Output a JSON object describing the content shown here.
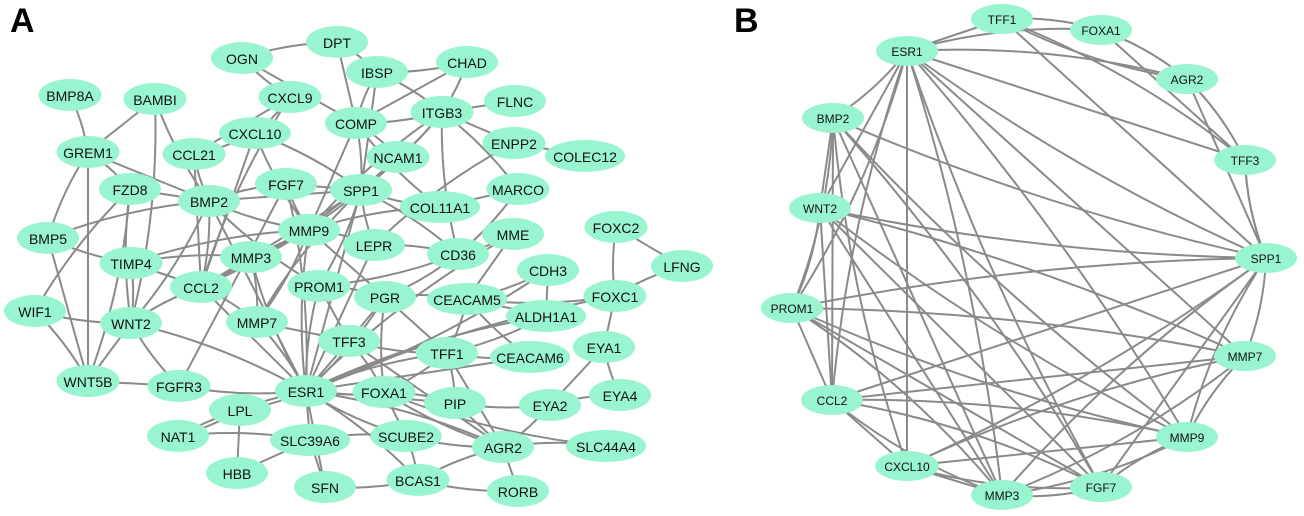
{
  "panels": [
    {
      "label": "A",
      "nodes": [
        {
          "id": "OGN"
        },
        {
          "id": "DPT"
        },
        {
          "id": "IBSP"
        },
        {
          "id": "CHAD"
        },
        {
          "id": "BMP8A"
        },
        {
          "id": "BAMBI"
        },
        {
          "id": "CXCL9"
        },
        {
          "id": "FLNC"
        },
        {
          "id": "COMP"
        },
        {
          "id": "ITGB3"
        },
        {
          "id": "CXCL10"
        },
        {
          "id": "GREM1"
        },
        {
          "id": "CCL21"
        },
        {
          "id": "NCAM1"
        },
        {
          "id": "ENPP2"
        },
        {
          "id": "COLEC12"
        },
        {
          "id": "FZD8"
        },
        {
          "id": "FGF7"
        },
        {
          "id": "SPP1"
        },
        {
          "id": "MARCO"
        },
        {
          "id": "BMP2"
        },
        {
          "id": "COL11A1"
        },
        {
          "id": "FOXC2"
        },
        {
          "id": "BMP5"
        },
        {
          "id": "MMP9"
        },
        {
          "id": "MME"
        },
        {
          "id": "LEPR"
        },
        {
          "id": "TIMP4"
        },
        {
          "id": "MMP3"
        },
        {
          "id": "CD36"
        },
        {
          "id": "LFNG"
        },
        {
          "id": "CDH3"
        },
        {
          "id": "CCL2"
        },
        {
          "id": "PROM1"
        },
        {
          "id": "PGR"
        },
        {
          "id": "CEACAM5"
        },
        {
          "id": "FOXC1"
        },
        {
          "id": "WIF1"
        },
        {
          "id": "WNT2"
        },
        {
          "id": "MMP7"
        },
        {
          "id": "ALDH1A1"
        },
        {
          "id": "TFF3"
        },
        {
          "id": "EYA1"
        },
        {
          "id": "TFF1"
        },
        {
          "id": "CEACAM6"
        },
        {
          "id": "WNT5B"
        },
        {
          "id": "FGFR3"
        },
        {
          "id": "ESR1"
        },
        {
          "id": "FOXA1"
        },
        {
          "id": "EYA4"
        },
        {
          "id": "LPL"
        },
        {
          "id": "PIP"
        },
        {
          "id": "EYA2"
        },
        {
          "id": "NAT1"
        },
        {
          "id": "SLC39A6"
        },
        {
          "id": "SCUBE2"
        },
        {
          "id": "AGR2"
        },
        {
          "id": "SLC44A4"
        },
        {
          "id": "HBB"
        },
        {
          "id": "SFN"
        },
        {
          "id": "BCAS1"
        },
        {
          "id": "RORB"
        }
      ],
      "edges": [
        [
          "OGN",
          "DPT"
        ],
        [
          "OGN",
          "COMP"
        ],
        [
          "OGN",
          "CXCL9"
        ],
        [
          "DPT",
          "IBSP"
        ],
        [
          "DPT",
          "COMP"
        ],
        [
          "IBSP",
          "COMP"
        ],
        [
          "IBSP",
          "ITGB3"
        ],
        [
          "IBSP",
          "SPP1"
        ],
        [
          "IBSP",
          "CHAD"
        ],
        [
          "CHAD",
          "ITGB3"
        ],
        [
          "CHAD",
          "COMP"
        ],
        [
          "COMP",
          "ITGB3"
        ],
        [
          "COMP",
          "SPP1"
        ],
        [
          "COMP",
          "MMP9"
        ],
        [
          "COMP",
          "COL11A1"
        ],
        [
          "ITGB3",
          "SPP1"
        ],
        [
          "ITGB3",
          "FLNC"
        ],
        [
          "ITGB3",
          "MMP9"
        ],
        [
          "ITGB3",
          "NCAM1"
        ],
        [
          "ITGB3",
          "ENPP2"
        ],
        [
          "ITGB3",
          "CD36"
        ],
        [
          "ITGB3",
          "MARCO"
        ],
        [
          "NCAM1",
          "SPP1"
        ],
        [
          "NCAM1",
          "COMP"
        ],
        [
          "CXCL9",
          "CXCL10"
        ],
        [
          "CXCL9",
          "CCL21"
        ],
        [
          "CXCL9",
          "CCL2"
        ],
        [
          "CXCL10",
          "CCL21"
        ],
        [
          "CXCL10",
          "CCL2"
        ],
        [
          "CXCL10",
          "MMP9"
        ],
        [
          "CXCL10",
          "SPP1"
        ],
        [
          "CCL21",
          "CCL2"
        ],
        [
          "CCL21",
          "BMP2"
        ],
        [
          "BMP8A",
          "GREM1"
        ],
        [
          "BAMBI",
          "GREM1"
        ],
        [
          "BAMBI",
          "BMP2"
        ],
        [
          "BAMBI",
          "WNT2"
        ],
        [
          "GREM1",
          "BMP2"
        ],
        [
          "GREM1",
          "BMP5"
        ],
        [
          "GREM1",
          "FZD8"
        ],
        [
          "GREM1",
          "WNT5B"
        ],
        [
          "FZD8",
          "WNT2"
        ],
        [
          "FZD8",
          "WNT5B"
        ],
        [
          "FZD8",
          "BMP2"
        ],
        [
          "FZD8",
          "WIF1"
        ],
        [
          "BMP5",
          "BMP2"
        ],
        [
          "BMP5",
          "WNT5B"
        ],
        [
          "BMP5",
          "TIMP4"
        ],
        [
          "BMP2",
          "FGF7"
        ],
        [
          "BMP2",
          "SPP1"
        ],
        [
          "BMP2",
          "MMP9"
        ],
        [
          "BMP2",
          "WNT2"
        ],
        [
          "BMP2",
          "ESR1"
        ],
        [
          "BMP2",
          "PROM1"
        ],
        [
          "BMP2",
          "CCL2"
        ],
        [
          "FGF7",
          "SPP1"
        ],
        [
          "FGF7",
          "MMP9"
        ],
        [
          "FGF7",
          "ESR1"
        ],
        [
          "FGF7",
          "FGFR3"
        ],
        [
          "SPP1",
          "MMP9"
        ],
        [
          "SPP1",
          "CD36"
        ],
        [
          "SPP1",
          "MMP3"
        ],
        [
          "SPP1",
          "MMP7"
        ],
        [
          "SPP1",
          "CCL2"
        ],
        [
          "SPP1",
          "ESR1"
        ],
        [
          "SPP1",
          "LEPR"
        ],
        [
          "SPP1",
          "PROM1"
        ],
        [
          "MMP9",
          "MMP3"
        ],
        [
          "MMP9",
          "TIMP4"
        ],
        [
          "MMP9",
          "MMP7"
        ],
        [
          "MMP9",
          "CCL2"
        ],
        [
          "MMP9",
          "ESR1"
        ],
        [
          "MMP9",
          "LEPR"
        ],
        [
          "MMP9",
          "PGR"
        ],
        [
          "MMP3",
          "TIMP4"
        ],
        [
          "MMP3",
          "MMP7"
        ],
        [
          "MMP3",
          "CCL2"
        ],
        [
          "MMP3",
          "ESR1"
        ],
        [
          "TIMP4",
          "WNT2"
        ],
        [
          "TIMP4",
          "CCL2"
        ],
        [
          "CCL2",
          "WNT2"
        ],
        [
          "CCL2",
          "MMP7"
        ],
        [
          "CCL2",
          "ESR1"
        ],
        [
          "WIF1",
          "WNT2"
        ],
        [
          "WIF1",
          "WNT5B"
        ],
        [
          "WNT2",
          "WNT5B"
        ],
        [
          "WNT2",
          "FGFR3"
        ],
        [
          "WNT2",
          "ESR1"
        ],
        [
          "WNT5B",
          "FGFR3"
        ],
        [
          "FGFR3",
          "ESR1"
        ],
        [
          "MMP7",
          "ESR1"
        ],
        [
          "MMP7",
          "TFF3"
        ],
        [
          "PROM1",
          "ESR1"
        ],
        [
          "PROM1",
          "PGR"
        ],
        [
          "PROM1",
          "TFF3"
        ],
        [
          "PROM1",
          "CD36"
        ],
        [
          "LEPR",
          "CD36"
        ],
        [
          "LEPR",
          "ESR1"
        ],
        [
          "CD36",
          "MME"
        ],
        [
          "CD36",
          "PGR"
        ],
        [
          "MME",
          "CEACAM5"
        ],
        [
          "MME",
          "ESR1"
        ],
        [
          "MARCO",
          "CD36"
        ],
        [
          "MARCO",
          "COL11A1"
        ],
        [
          "COL11A1",
          "MMP9"
        ],
        [
          "COL11A1",
          "SPP1"
        ],
        [
          "ENPP2",
          "COLEC12"
        ],
        [
          "ENPP2",
          "LEPR"
        ],
        [
          "PGR",
          "ESR1"
        ],
        [
          "PGR",
          "TFF1"
        ],
        [
          "PGR",
          "FOXA1"
        ],
        [
          "PGR",
          "CEACAM5"
        ],
        [
          "PGR",
          "TFF3"
        ],
        [
          "CEACAM5",
          "CEACAM6"
        ],
        [
          "CEACAM5",
          "TFF1"
        ],
        [
          "CEACAM5",
          "ALDH1A1"
        ],
        [
          "CEACAM5",
          "CDH3"
        ],
        [
          "CDH3",
          "ESR1"
        ],
        [
          "CDH3",
          "ALDH1A1"
        ],
        [
          "ALDH1A1",
          "ESR1"
        ],
        [
          "ALDH1A1",
          "TFF1"
        ],
        [
          "FOXC2",
          "LFNG"
        ],
        [
          "FOXC2",
          "FOXC1"
        ],
        [
          "FOXC1",
          "LFNG"
        ],
        [
          "FOXC1",
          "EYA1"
        ],
        [
          "FOXC1",
          "ESR1"
        ],
        [
          "FOXC1",
          "CEACAM5"
        ],
        [
          "EYA1",
          "EYA2"
        ],
        [
          "EYA1",
          "EYA4"
        ],
        [
          "EYA2",
          "EYA4"
        ],
        [
          "TFF3",
          "ESR1"
        ],
        [
          "TFF3",
          "TFF1"
        ],
        [
          "TFF3",
          "FOXA1"
        ],
        [
          "TFF3",
          "AGR2"
        ],
        [
          "TFF1",
          "ESR1"
        ],
        [
          "TFF1",
          "FOXA1"
        ],
        [
          "TFF1",
          "AGR2"
        ],
        [
          "TFF1",
          "CEACAM6"
        ],
        [
          "TFF1",
          "PIP"
        ],
        [
          "CEACAM6",
          "ESR1"
        ],
        [
          "ESR1",
          "FOXA1"
        ],
        [
          "ESR1",
          "LPL"
        ],
        [
          "ESR1",
          "SLC39A6"
        ],
        [
          "ESR1",
          "SCUBE2"
        ],
        [
          "ESR1",
          "AGR2"
        ],
        [
          "ESR1",
          "PIP"
        ],
        [
          "ESR1",
          "NAT1"
        ],
        [
          "ESR1",
          "BCAS1"
        ],
        [
          "ESR1",
          "SFN"
        ],
        [
          "FOXA1",
          "AGR2"
        ],
        [
          "FOXA1",
          "PIP"
        ],
        [
          "FOXA1",
          "SCUBE2"
        ],
        [
          "FOXA1",
          "SLC44A4"
        ],
        [
          "AGR2",
          "SLC44A4"
        ],
        [
          "AGR2",
          "PIP"
        ],
        [
          "AGR2",
          "BCAS1"
        ],
        [
          "AGR2",
          "SCUBE2"
        ],
        [
          "AGR2",
          "RORB"
        ],
        [
          "SCUBE2",
          "SLC39A6"
        ],
        [
          "SCUBE2",
          "BCAS1"
        ],
        [
          "SLC39A6",
          "SFN"
        ],
        [
          "SLC39A6",
          "NAT1"
        ],
        [
          "LPL",
          "NAT1"
        ],
        [
          "LPL",
          "HBB"
        ],
        [
          "BCAS1",
          "RORB"
        ],
        [
          "BCAS1",
          "SFN"
        ],
        [
          "HBB",
          "SLC39A6"
        ],
        [
          "PIP",
          "EYA2"
        ],
        [
          "EYA2",
          "AGR2"
        ]
      ]
    },
    {
      "label": "B",
      "nodes": [
        {
          "id": "TFF1"
        },
        {
          "id": "FOXA1"
        },
        {
          "id": "ESR1"
        },
        {
          "id": "AGR2"
        },
        {
          "id": "BMP2"
        },
        {
          "id": "TFF3"
        },
        {
          "id": "WNT2"
        },
        {
          "id": "SPP1"
        },
        {
          "id": "PROM1"
        },
        {
          "id": "MMP7"
        },
        {
          "id": "CCL2"
        },
        {
          "id": "MMP9"
        },
        {
          "id": "CXCL10"
        },
        {
          "id": "FGF7"
        },
        {
          "id": "MMP3"
        }
      ],
      "edges": [
        [
          "TFF1",
          "FOXA1"
        ],
        [
          "TFF1",
          "ESR1"
        ],
        [
          "TFF1",
          "AGR2"
        ],
        [
          "TFF1",
          "TFF3"
        ],
        [
          "TFF1",
          "SPP1"
        ],
        [
          "FOXA1",
          "ESR1"
        ],
        [
          "FOXA1",
          "AGR2"
        ],
        [
          "FOXA1",
          "TFF3"
        ],
        [
          "AGR2",
          "ESR1"
        ],
        [
          "AGR2",
          "TFF3"
        ],
        [
          "TFF3",
          "ESR1"
        ],
        [
          "TFF3",
          "SPP1"
        ],
        [
          "ESR1",
          "BMP2"
        ],
        [
          "ESR1",
          "WNT2"
        ],
        [
          "ESR1",
          "SPP1"
        ],
        [
          "ESR1",
          "PROM1"
        ],
        [
          "ESR1",
          "MMP7"
        ],
        [
          "ESR1",
          "CCL2"
        ],
        [
          "ESR1",
          "MMP9"
        ],
        [
          "ESR1",
          "CXCL10"
        ],
        [
          "ESR1",
          "FGF7"
        ],
        [
          "ESR1",
          "MMP3"
        ],
        [
          "BMP2",
          "WNT2"
        ],
        [
          "BMP2",
          "SPP1"
        ],
        [
          "BMP2",
          "PROM1"
        ],
        [
          "BMP2",
          "CCL2"
        ],
        [
          "BMP2",
          "MMP9"
        ],
        [
          "BMP2",
          "FGF7"
        ],
        [
          "BMP2",
          "MMP3"
        ],
        [
          "WNT2",
          "SPP1"
        ],
        [
          "WNT2",
          "PROM1"
        ],
        [
          "WNT2",
          "CCL2"
        ],
        [
          "WNT2",
          "MMP9"
        ],
        [
          "WNT2",
          "MMP7"
        ],
        [
          "WNT2",
          "FGF7"
        ],
        [
          "SPP1",
          "PROM1"
        ],
        [
          "SPP1",
          "MMP7"
        ],
        [
          "SPP1",
          "CCL2"
        ],
        [
          "SPP1",
          "MMP9"
        ],
        [
          "SPP1",
          "CXCL10"
        ],
        [
          "SPP1",
          "FGF7"
        ],
        [
          "SPP1",
          "MMP3"
        ],
        [
          "SPP1",
          "TFF3"
        ],
        [
          "PROM1",
          "CCL2"
        ],
        [
          "PROM1",
          "MMP9"
        ],
        [
          "PROM1",
          "MMP7"
        ],
        [
          "PROM1",
          "FGF7"
        ],
        [
          "MMP7",
          "MMP9"
        ],
        [
          "MMP7",
          "MMP3"
        ],
        [
          "MMP7",
          "CCL2"
        ],
        [
          "MMP7",
          "CXCL10"
        ],
        [
          "CCL2",
          "MMP9"
        ],
        [
          "CCL2",
          "CXCL10"
        ],
        [
          "CCL2",
          "MMP3"
        ],
        [
          "CCL2",
          "FGF7"
        ],
        [
          "MMP9",
          "CXCL10"
        ],
        [
          "MMP9",
          "FGF7"
        ],
        [
          "MMP9",
          "MMP3"
        ],
        [
          "CXCL10",
          "MMP3"
        ],
        [
          "CXCL10",
          "FGF7"
        ],
        [
          "FGF7",
          "MMP3"
        ],
        [
          "WNT2",
          "MMP3"
        ],
        [
          "BMP2",
          "CXCL10"
        ],
        [
          "PROM1",
          "MMP3"
        ],
        [
          "AGR2",
          "SPP1"
        ]
      ]
    }
  ]
}
